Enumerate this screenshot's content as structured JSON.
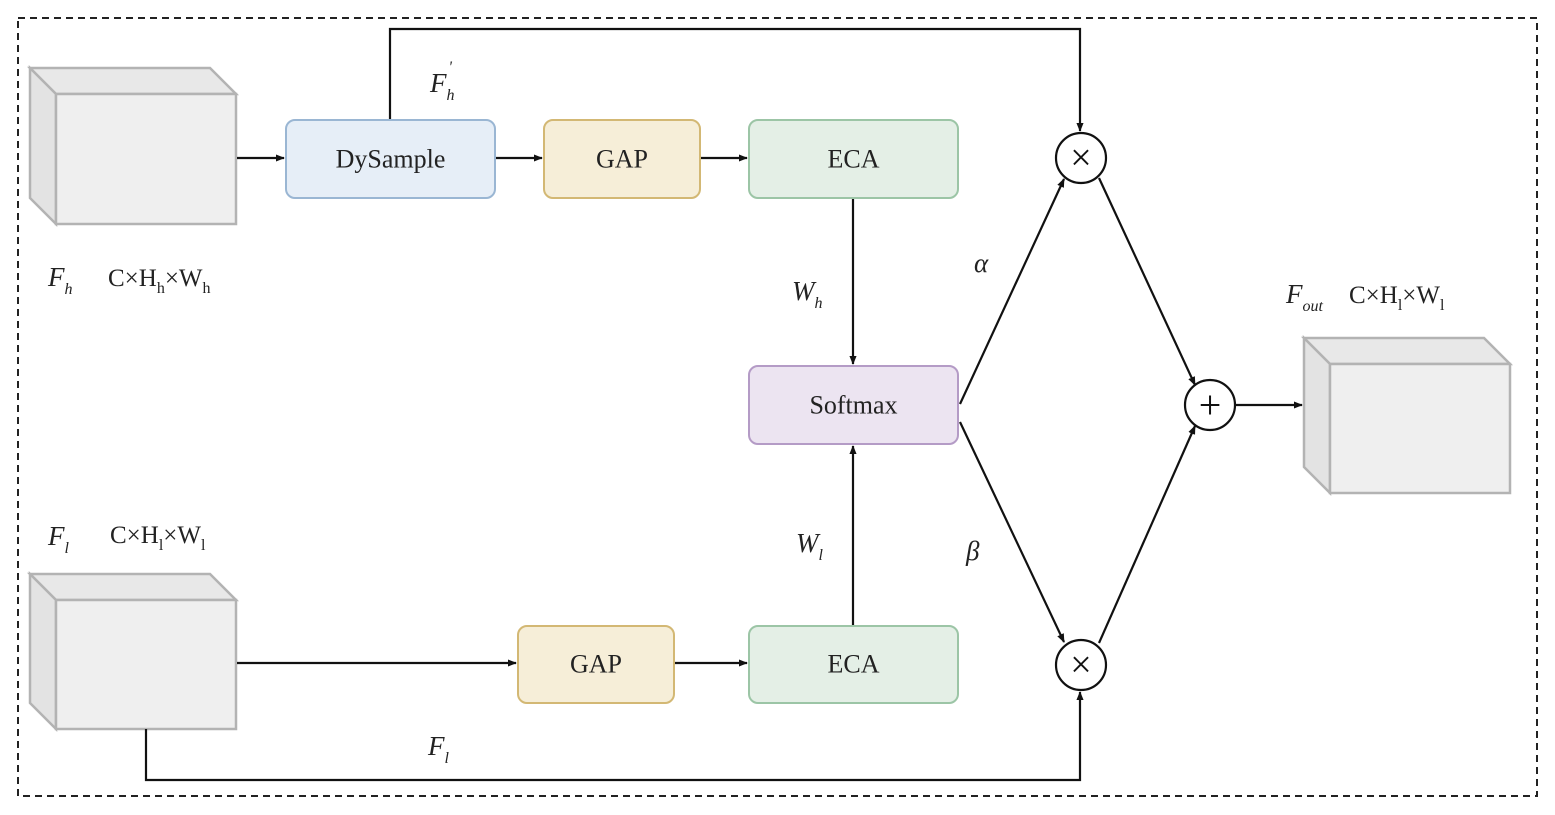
{
  "colors": {
    "dysample_fill": "#e6eef7",
    "dysample_stroke": "#9ab6d3",
    "gap_fill": "#f6eed8",
    "gap_stroke": "#d3b874",
    "eca_fill": "#e4efe6",
    "eca_stroke": "#9cc5a6",
    "softmax_fill": "#ece4f1",
    "softmax_stroke": "#b49bc6",
    "cube_face": "#efefef",
    "cube_stroke": "#b3b3b3"
  },
  "blocks": {
    "dysample": "DySample",
    "gap_top": "GAP",
    "eca_top": "ECA",
    "softmax": "Softmax",
    "gap_bottom": "GAP",
    "eca_bottom": "ECA"
  },
  "operators": {
    "multiply_top": "×",
    "multiply_bottom": "×",
    "add": "+"
  },
  "labels": {
    "f_h": {
      "main": "F",
      "sub": "h"
    },
    "f_h_dims": {
      "a": "C×H",
      "b": "h",
      "c": "×W",
      "d": "h"
    },
    "f_h_prime": {
      "main": "F",
      "sub": "h",
      "sup": "'"
    },
    "f_l": {
      "main": "F",
      "sub": "l"
    },
    "f_l_dims": {
      "a": "C×H",
      "b": "l",
      "c": "×W",
      "d": "l"
    },
    "f_l_skip": {
      "main": "F",
      "sub": "l"
    },
    "w_h": {
      "main": "W",
      "sub": "h"
    },
    "w_l": {
      "main": "W",
      "sub": "l"
    },
    "alpha": "α",
    "beta": "β",
    "f_out": {
      "main": "F",
      "sub": "out"
    },
    "f_out_dims": {
      "a": "C×H",
      "b": "l",
      "c": "×W",
      "d": "l"
    }
  }
}
